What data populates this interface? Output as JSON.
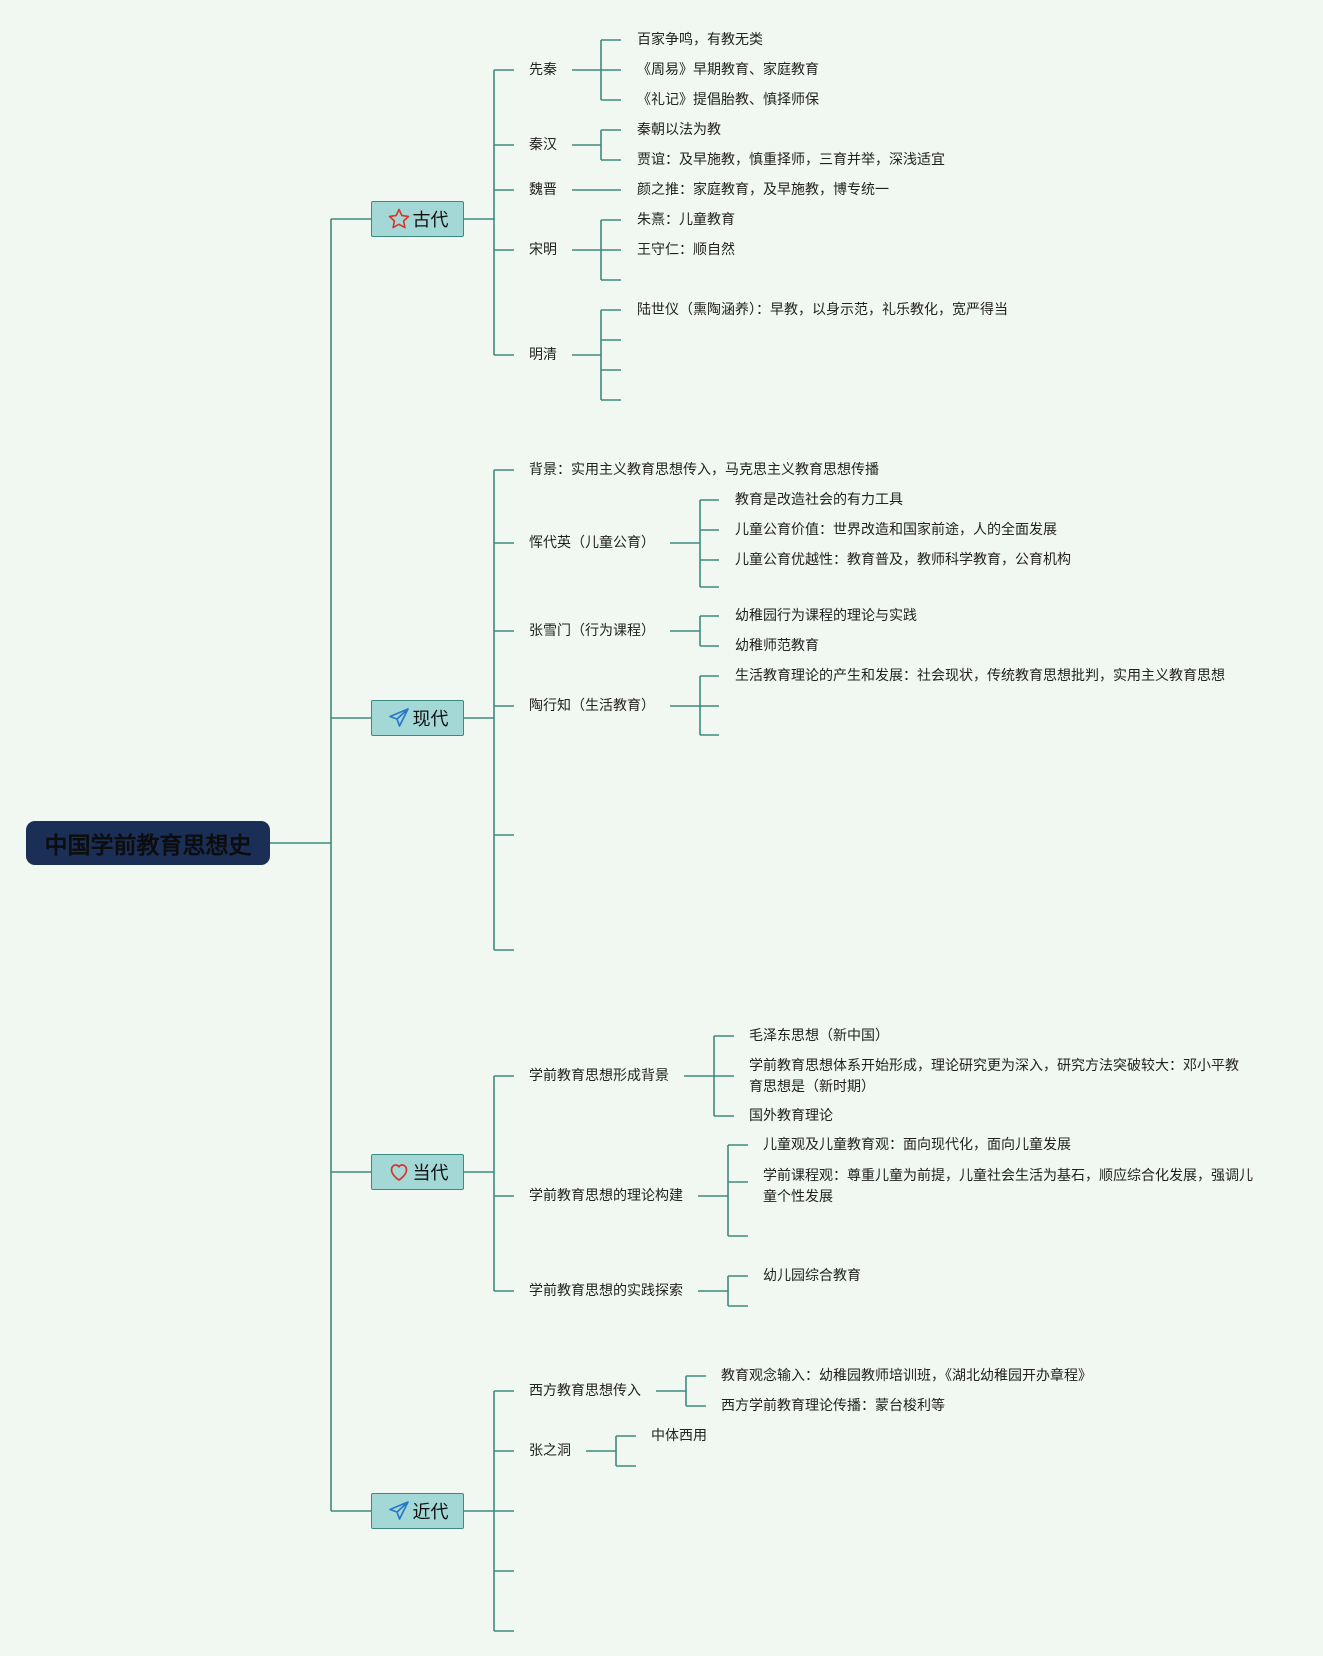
{
  "root": "中国学前教育思想史",
  "eras": {
    "ancient": {
      "label": "古代",
      "icon": "star-icon",
      "branches": {
        "xianqin": {
          "label": "先秦",
          "items": [
            "百家争鸣，有教无类",
            "《周易》早期教育、家庭教育",
            "《礼记》提倡胎教、慎择师保"
          ]
        },
        "qinhan": {
          "label": "秦汉",
          "items": [
            "秦朝以法为教",
            "贾谊：及早施教，慎重择师，三育并举，深浅适宜"
          ]
        },
        "weijin": {
          "label": "魏晋",
          "items": [
            "颜之推：家庭教育，及早施教，博专统一"
          ]
        },
        "songming": {
          "label": "宋明",
          "items": [
            "朱熹：儿童教育",
            "王守仁：顺自然"
          ]
        },
        "mingqing": {
          "label": "明清",
          "items": [
            "陆世仪（熏陶涵养）：早教，以身示范，礼乐教化，宽严得当"
          ]
        }
      }
    },
    "modern": {
      "label": "现代",
      "icon": "paper-plane-icon",
      "branches": {
        "background": {
          "label": "背景：实用主义教育思想传入，马克思主义教育思想传播"
        },
        "yun": {
          "label": "恽代英（儿童公育）",
          "items": [
            "教育是改造社会的有力工具",
            "儿童公育价值：世界改造和国家前途，人的全面发展",
            "儿童公育优越性：教育普及，教师科学教育，公育机构"
          ]
        },
        "zhang": {
          "label": "张雪门（行为课程）",
          "items": [
            "幼稚园行为课程的理论与实践",
            "幼稚师范教育"
          ]
        },
        "tao": {
          "label": "陶行知（生活教育）",
          "items": [
            "生活教育理论的产生和发展：社会现状，传统教育思想批判，实用主义教育思想"
          ]
        }
      }
    },
    "contemporary": {
      "label": "当代",
      "icon": "heart-icon",
      "branches": {
        "bg": {
          "label": "学前教育思想形成背景",
          "items": [
            "毛泽东思想（新中国）",
            "学前教育思想体系开始形成，理论研究更为深入，研究方法突破较大：邓小平教育思想是（新时期）",
            "国外教育理论"
          ]
        },
        "theory": {
          "label": "学前教育思想的理论构建",
          "items": [
            "儿童观及儿童教育观：面向现代化，面向儿童发展",
            "学前课程观：尊重儿童为前提，儿童社会生活为基石，顺应综合化发展，强调儿童个性发展"
          ]
        },
        "practice": {
          "label": "学前教育思想的实践探索",
          "items": [
            "幼儿园综合教育"
          ]
        }
      }
    },
    "nearmodern": {
      "label": "近代",
      "icon": "paper-plane-icon",
      "branches": {
        "west": {
          "label": "西方教育思想传入",
          "items": [
            "教育观念输入：幼稚园教师培训班，《湖北幼稚园开办章程》",
            "西方学前教育理论传播：蒙台梭利等"
          ]
        },
        "zhang": {
          "label": "张之洞",
          "items": [
            "中体西用"
          ]
        }
      }
    }
  },
  "colors": {
    "line": "#3f8a80",
    "era_fill": "#a3d8d6",
    "root_fill": "#1b2e55",
    "background": "#f1f8f1"
  }
}
